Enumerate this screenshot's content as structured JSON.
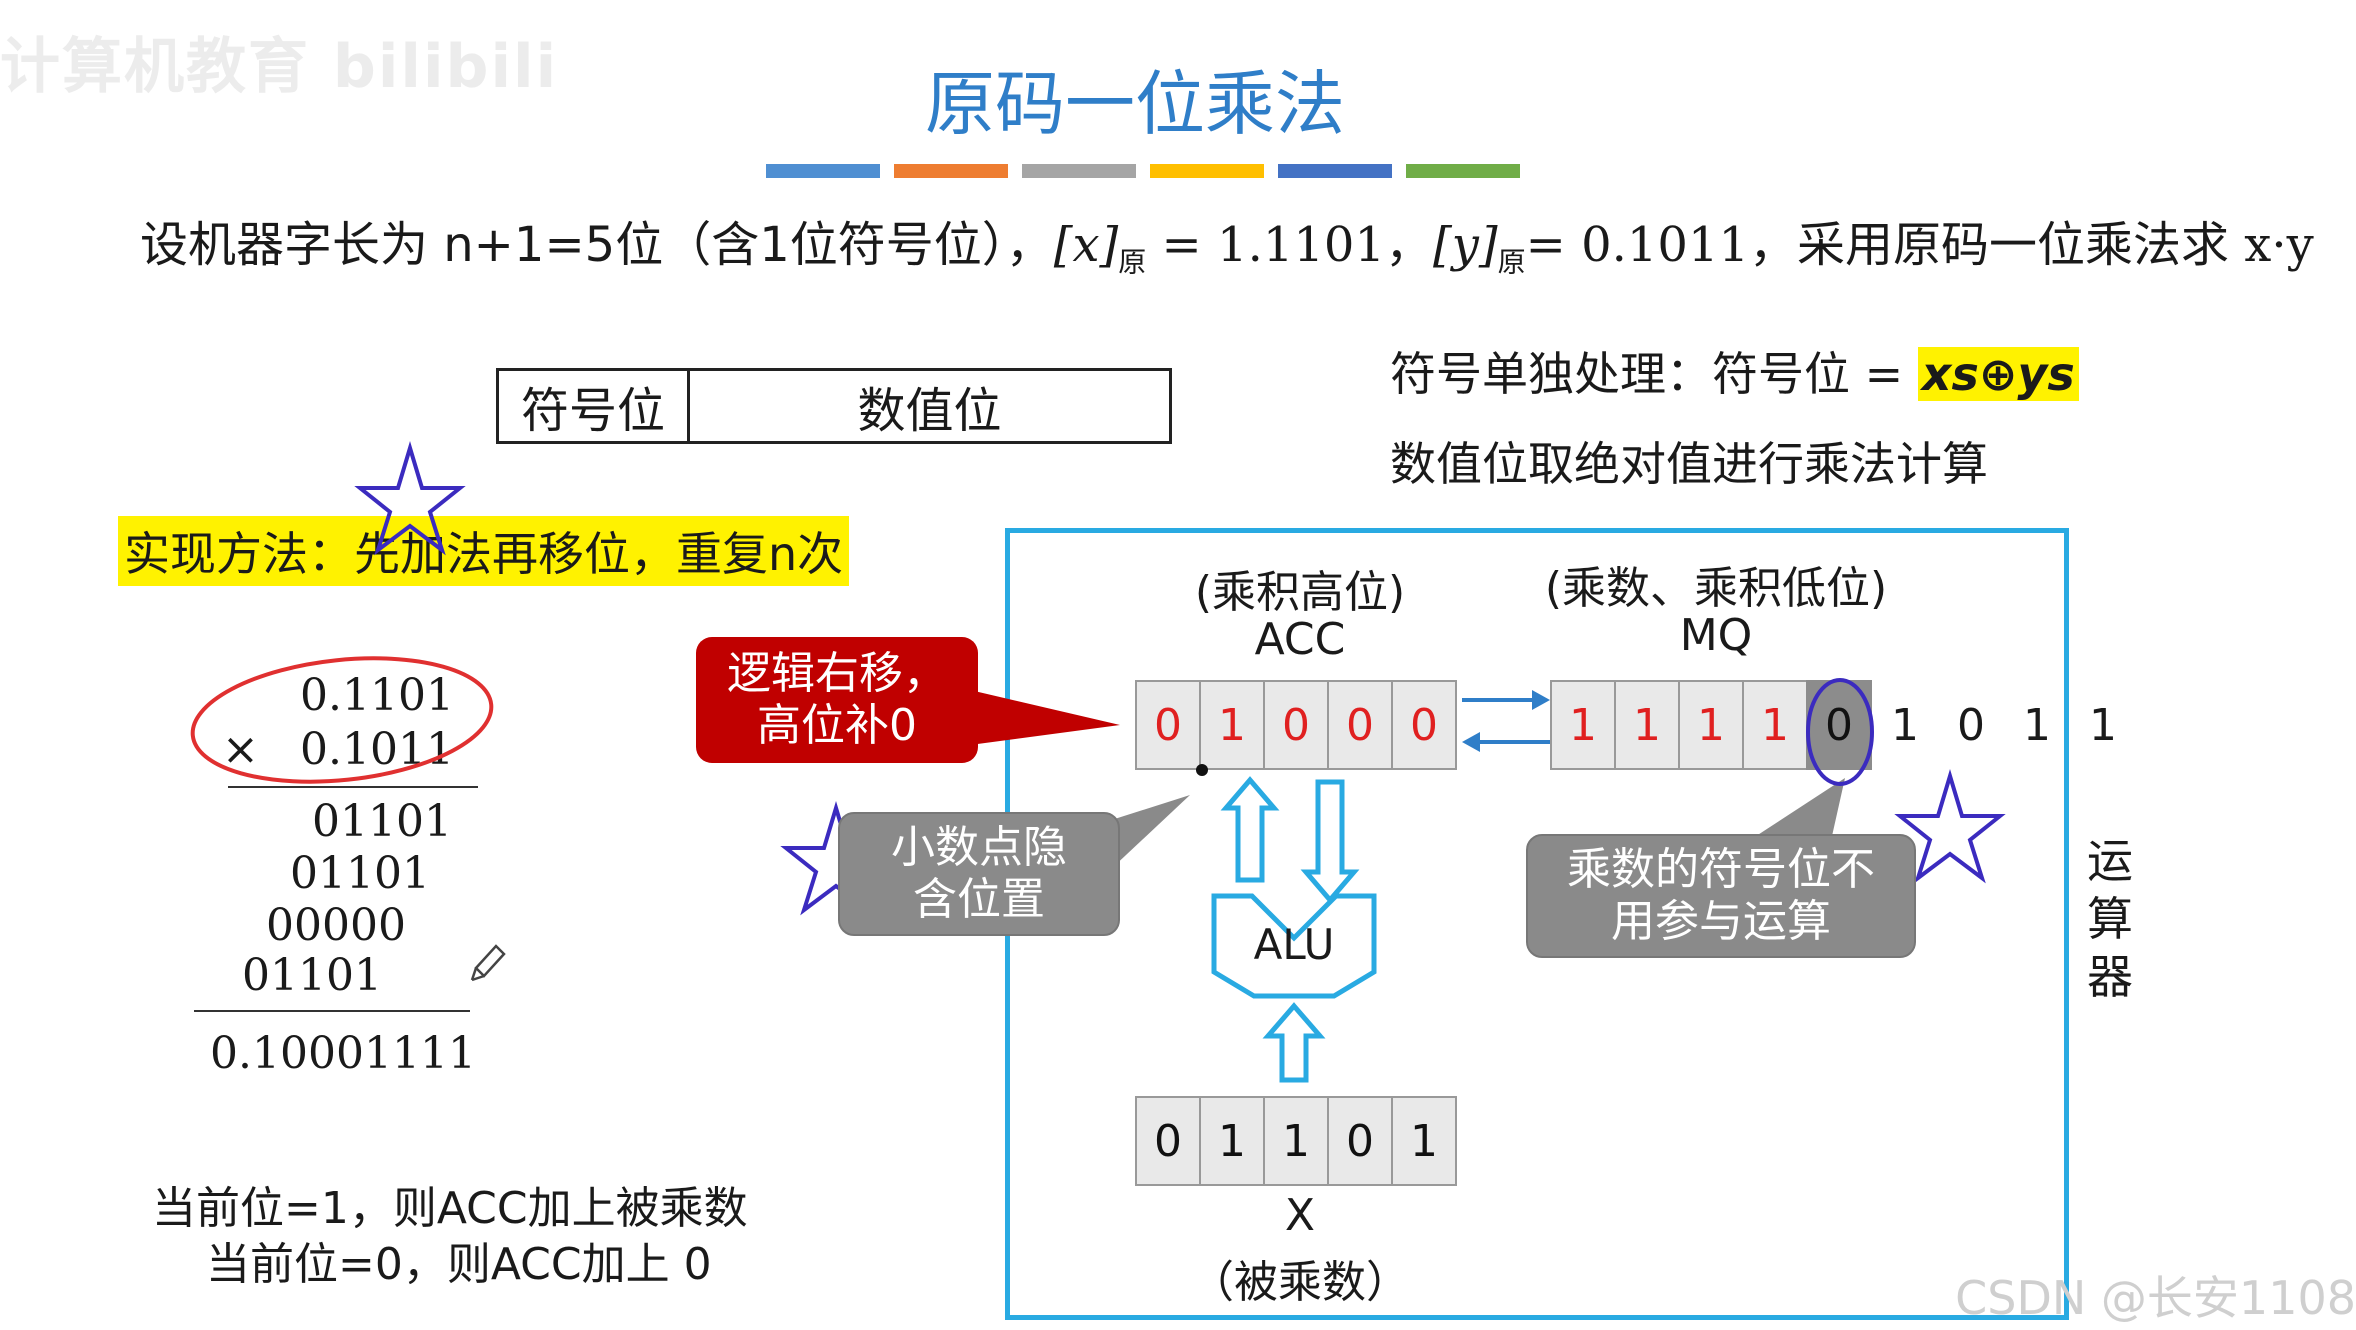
{
  "watermark": "计算机教育 bilibili",
  "csdn": "CSDN @长安1108",
  "title": "原码一位乘法",
  "title_bar_colors": [
    "#4f8fd2",
    "#ee7d31",
    "#a5a5a5",
    "#ffbf00",
    "#4472c4",
    "#70ad47"
  ],
  "problem": {
    "prefix": "设机器字长为 n+1=5位（含1位符号位），",
    "x_label": "[x]",
    "x_sub": "原",
    "x_value": " = 1.1101，",
    "y_label": "[y]",
    "y_sub": "原",
    "y_value": "= 0.1011，采用原码一位乘法求 x·y"
  },
  "register_format": {
    "sign": "符号位",
    "value": "数值位"
  },
  "sign_rule": {
    "text": "符号单独处理：符号位 = ",
    "formula": "xs⊕ys"
  },
  "abs_rule": "数值位取绝对值进行乘法计算",
  "method": "实现方法：先加法再移位，重复n次",
  "manual_calc": {
    "multiplicand": "0.1101",
    "times": "×",
    "multiplier": "0.1011",
    "partials": [
      "01101",
      "01101",
      "00000",
      "01101"
    ],
    "result": "0.10001111"
  },
  "rules": [
    "当前位=1，则ACC加上被乘数",
    "当前位=0，则ACC加上 0"
  ],
  "acc": {
    "caption": "(乘积高位)",
    "name": "ACC",
    "bits": [
      "0",
      "1",
      "0",
      "0",
      "0"
    ]
  },
  "mq": {
    "caption": "(乘数、乘积低位)",
    "name": "MQ",
    "bits": [
      "1",
      "1",
      "1",
      "1",
      "0"
    ],
    "shifted_out": [
      "1",
      "0",
      "1",
      "1"
    ]
  },
  "x_reg": {
    "name": "X",
    "caption": "（被乘数）",
    "bits": [
      "0",
      "1",
      "1",
      "0",
      "1"
    ]
  },
  "alu": "ALU",
  "callouts": {
    "shift": [
      "逻辑右移，",
      "高位补0"
    ],
    "point": [
      "小数点隐",
      "含位置"
    ],
    "sign_bit": [
      "乘数的符号位不",
      "用参与运算"
    ]
  },
  "side_label": [
    "运",
    "算",
    "器"
  ]
}
